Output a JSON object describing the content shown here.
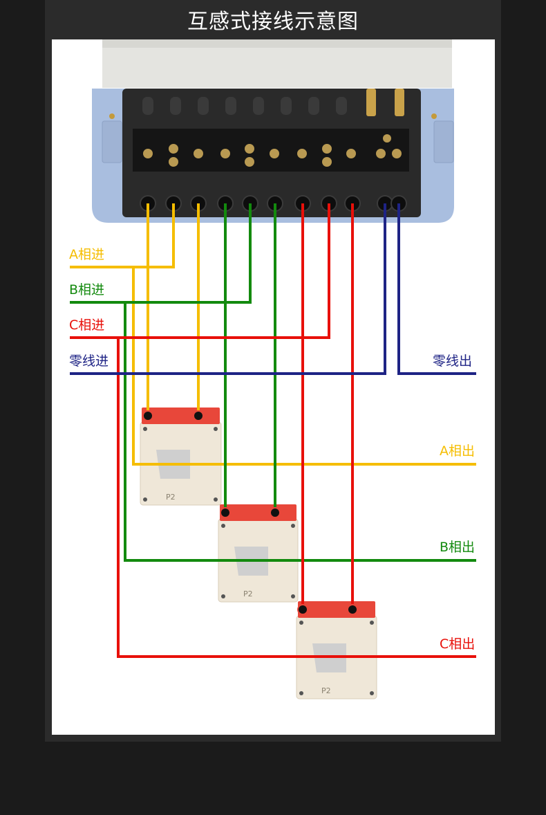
{
  "title": "互感式接线示意图",
  "labels": {
    "a_in": "A相进",
    "b_in": "B相进",
    "c_in": "C相进",
    "n_in": "零线进",
    "n_out": "零线出",
    "a_out": "A相出",
    "b_out": "B相出",
    "c_out": "C相出"
  },
  "ct_mark": "P2",
  "colors": {
    "phase_a": "#f5bd00",
    "phase_b": "#138a0e",
    "phase_c": "#e8100a",
    "neutral": "#1e2385",
    "meter_body": "#a9bedf",
    "terminal_block": "#2a2a2a",
    "ct_body": "#efe7d8",
    "ct_cap": "#e8473a"
  }
}
